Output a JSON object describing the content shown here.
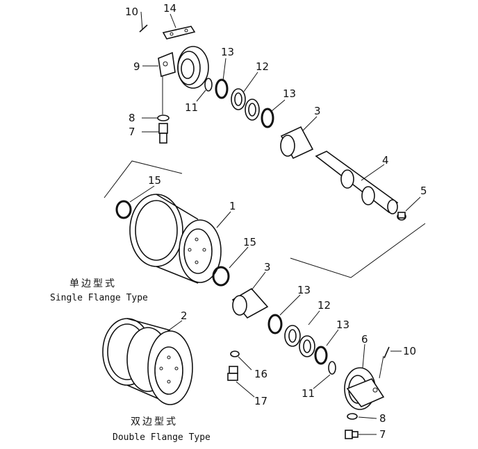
{
  "callouts": {
    "c1": "1",
    "c2": "2",
    "c3a": "3",
    "c3b": "3",
    "c4": "4",
    "c5": "5",
    "c6": "6",
    "c7a": "7",
    "c7b": "7",
    "c8a": "8",
    "c8b": "8",
    "c9": "9",
    "c10a": "10",
    "c10b": "10",
    "c11a": "11",
    "c11b": "11",
    "c12a": "12",
    "c12b": "12",
    "c13a": "13",
    "c13b": "13",
    "c13c": "13",
    "c13d": "13",
    "c14": "14",
    "c15a": "15",
    "c15b": "15",
    "c16": "16",
    "c17": "17"
  },
  "captions": {
    "single_cn": "单边型式",
    "single_en": "Single Flange Type",
    "double_cn": "双边型式",
    "double_en": "Double Flange Type"
  }
}
